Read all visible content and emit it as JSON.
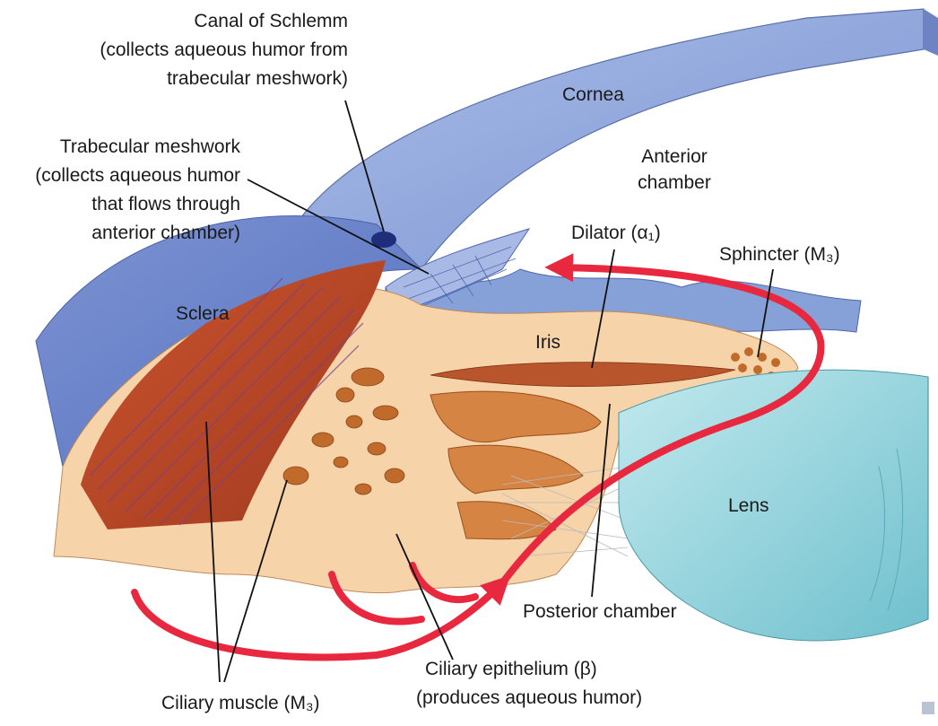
{
  "diagram": {
    "labels": {
      "canal_line1": "Canal of Schlemm",
      "canal_line2": "(collects aqueous humor from",
      "canal_line3": "trabecular meshwork)",
      "cornea": "Cornea",
      "trabecular_line1": "Trabecular meshwork",
      "trabecular_line2": "(collects aqueous humor",
      "trabecular_line3": "that flows through",
      "trabecular_line4": "anterior chamber)",
      "anterior_line1": "Anterior",
      "anterior_line2": "chamber",
      "dilator": "Dilator (α₁)",
      "sphincter": "Sphincter (M₃)",
      "sclera": "Sclera",
      "iris": "Iris",
      "lens": "Lens",
      "posterior_chamber": "Posterior chamber",
      "ciliary_epithelium_line1": "Ciliary epithelium (β)",
      "ciliary_epithelium_line2": "(produces aqueous humor)",
      "ciliary_muscle": "Ciliary muscle (M₃)"
    },
    "colors": {
      "cornea": "#8ea4d8",
      "sclera": "#6f86c9",
      "ciliary_body": "#f6d3a8",
      "muscle": "#b8462a",
      "dark_tissue": "#c06a2c",
      "lens": "#8fd0d8",
      "flow_arrow": "#e8283f"
    }
  }
}
